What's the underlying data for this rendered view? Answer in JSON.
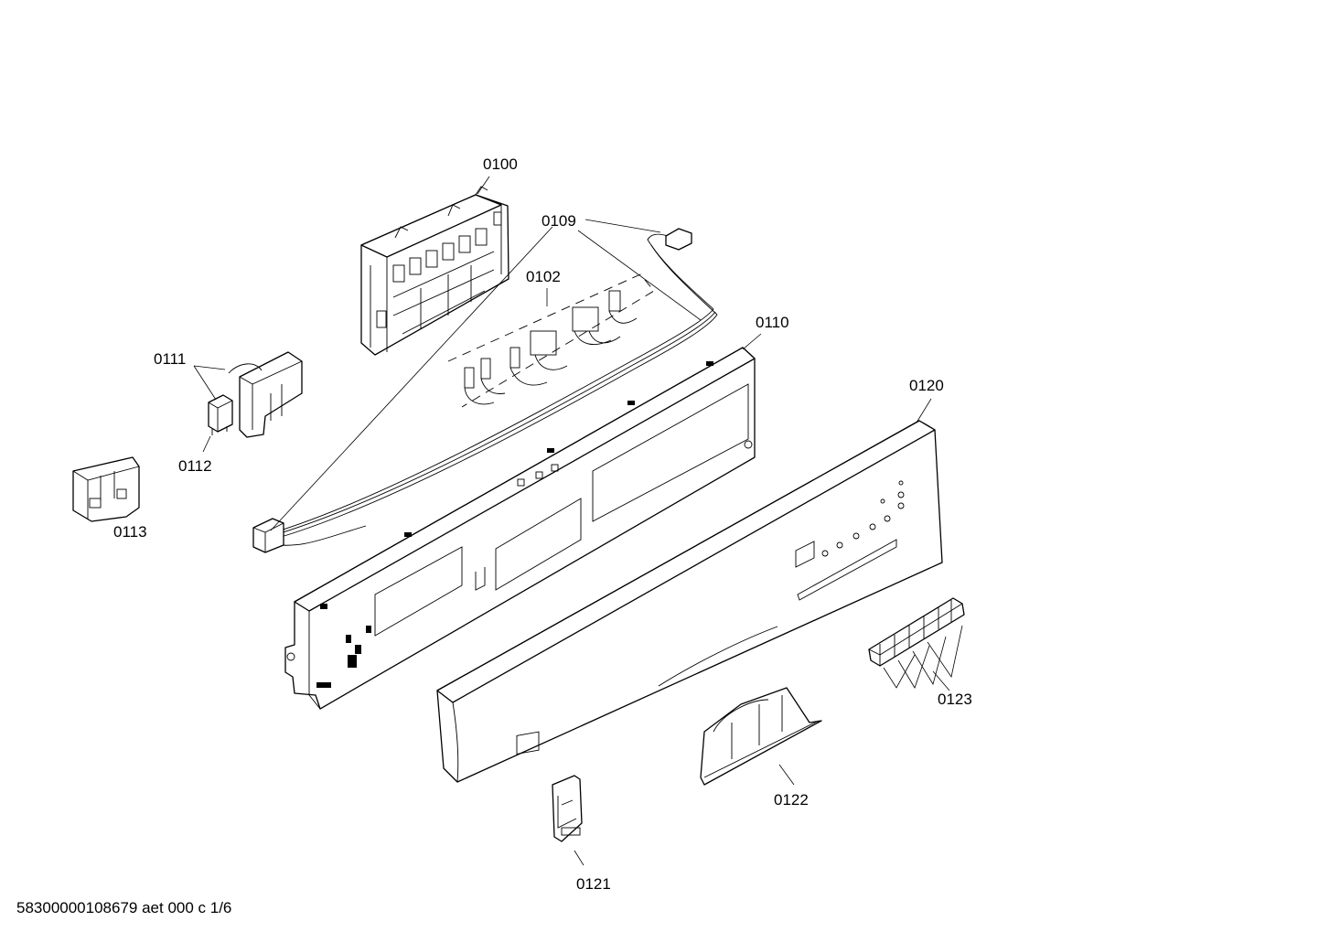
{
  "diagram": {
    "parts": [
      {
        "id": "p0100",
        "label": "0100"
      },
      {
        "id": "p0109",
        "label": "0109"
      },
      {
        "id": "p0102",
        "label": "0102"
      },
      {
        "id": "p0110",
        "label": "0110"
      },
      {
        "id": "p0111",
        "label": "0111"
      },
      {
        "id": "p0112",
        "label": "0112"
      },
      {
        "id": "p0113",
        "label": "0113"
      },
      {
        "id": "p0120",
        "label": "0120"
      },
      {
        "id": "p0121",
        "label": "0121"
      },
      {
        "id": "p0122",
        "label": "0122"
      },
      {
        "id": "p0123",
        "label": "0123"
      }
    ]
  },
  "footer": {
    "text": "58300000108679 aet 000 c 1/6"
  }
}
